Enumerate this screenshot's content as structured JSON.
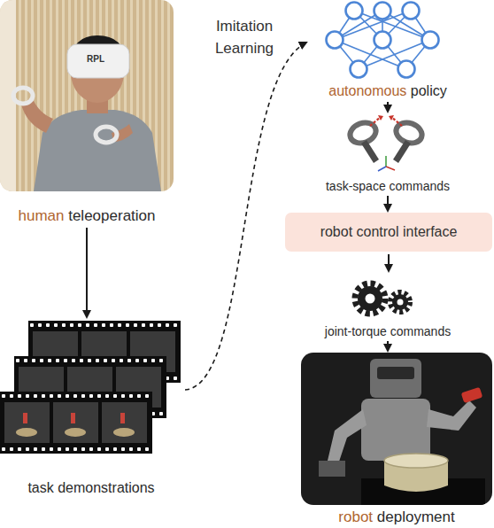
{
  "diagram": {
    "nodes": [
      {
        "text": [
          "human teleoperation"
        ]
      },
      {
        "text": [
          "task demonstrations"
        ]
      },
      {
        "text": [
          "autonomous policy"
        ]
      },
      {
        "text": [
          "task-space commands"
        ]
      },
      {
        "text": [
          "robot control interface"
        ]
      },
      {
        "text": [
          "joint-torque commands"
        ]
      },
      {
        "text": [
          "robot deployment"
        ]
      }
    ],
    "edges": [
      {
        "from": 0,
        "to": 1,
        "arrow": "to"
      },
      {
        "from": 1,
        "to": 2,
        "label": "Imitation Learning",
        "arrow": "to"
      },
      {
        "from": 2,
        "to": 3,
        "arrow": "to"
      },
      {
        "from": 3,
        "to": 4,
        "arrow": "to"
      },
      {
        "from": 4,
        "to": 5,
        "arrow": "to"
      },
      {
        "from": 5,
        "to": 6,
        "arrow": "to"
      }
    ],
    "labels": [
      "RPL"
    ]
  }
}
